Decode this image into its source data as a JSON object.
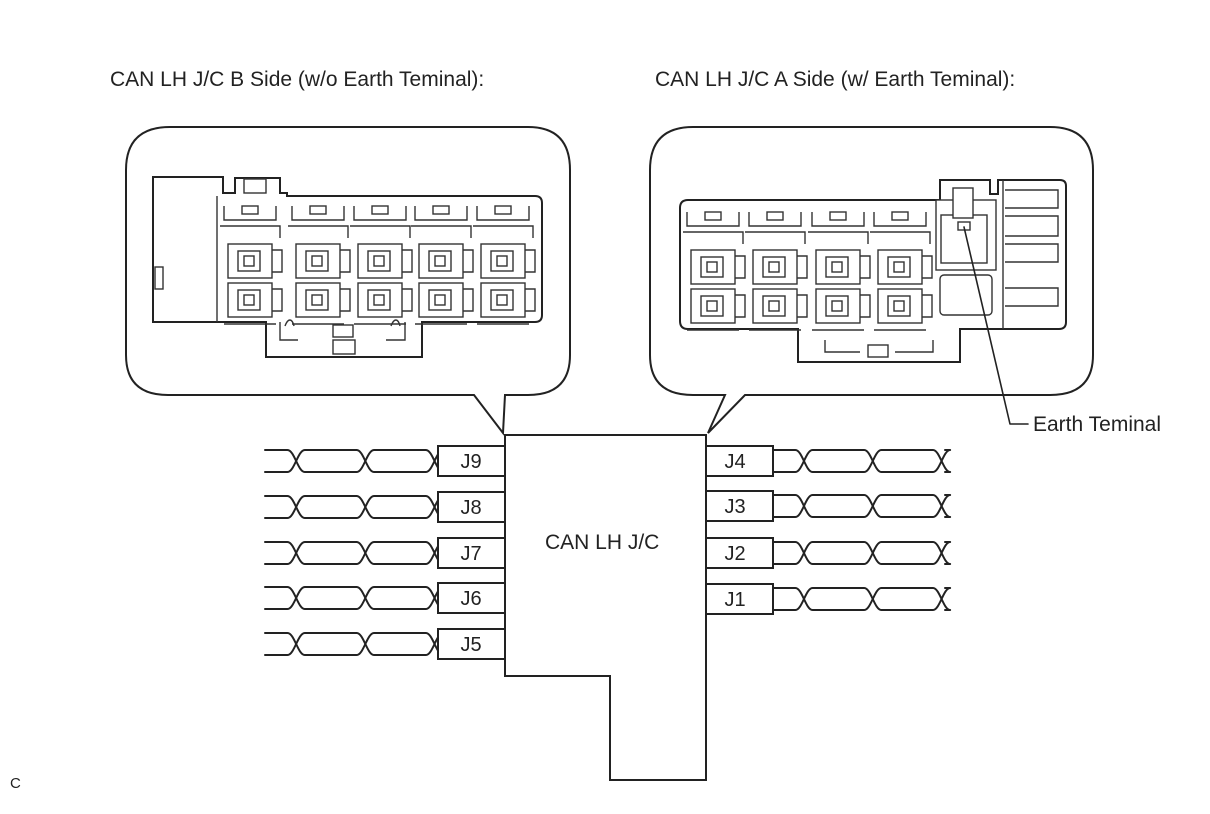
{
  "titles": {
    "b_side": "CAN LH J/C B Side (w/o Earth Teminal):",
    "a_side": "CAN LH J/C A Side (w/ Earth Teminal):"
  },
  "junction": {
    "label": "CAN LH J/C",
    "left_pins": [
      "J9",
      "J8",
      "J7",
      "J6",
      "J5"
    ],
    "right_pins": [
      "J4",
      "J3",
      "J2",
      "J1"
    ]
  },
  "callout": {
    "earth_terminal": "Earth Teminal"
  },
  "figure_code": "C"
}
